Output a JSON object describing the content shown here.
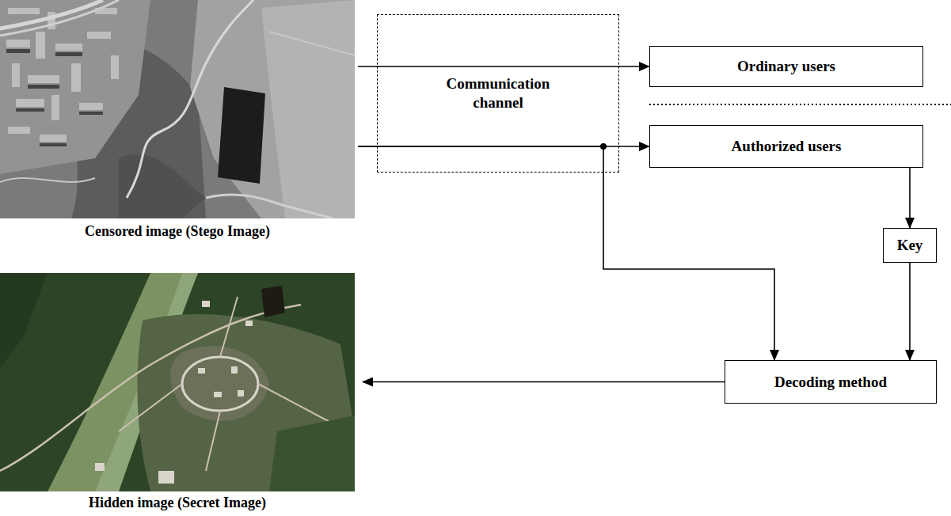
{
  "diagram": {
    "nodes": [
      {
        "text": [
          "Censored image (Stego Image)"
        ]
      },
      {
        "text": [
          "Communication channel"
        ]
      },
      {
        "text": [
          "Ordinary users"
        ]
      },
      {
        "text": [
          "Authorized users"
        ]
      },
      {
        "text": [
          "Key"
        ]
      },
      {
        "text": [
          "Decoding method"
        ]
      },
      {
        "text": [
          "Hidden image (Secret Image)"
        ]
      }
    ],
    "edges": [
      {
        "from": 0,
        "to": 2,
        "arrow": "to"
      },
      {
        "from": 0,
        "to": 3,
        "arrow": "to"
      },
      {
        "from": 0,
        "to": 5,
        "arrow": "to"
      },
      {
        "from": 3,
        "to": 4,
        "arrow": "to"
      },
      {
        "from": 4,
        "to": 5,
        "arrow": "to"
      },
      {
        "from": 5,
        "to": 6,
        "arrow": "to"
      }
    ]
  }
}
